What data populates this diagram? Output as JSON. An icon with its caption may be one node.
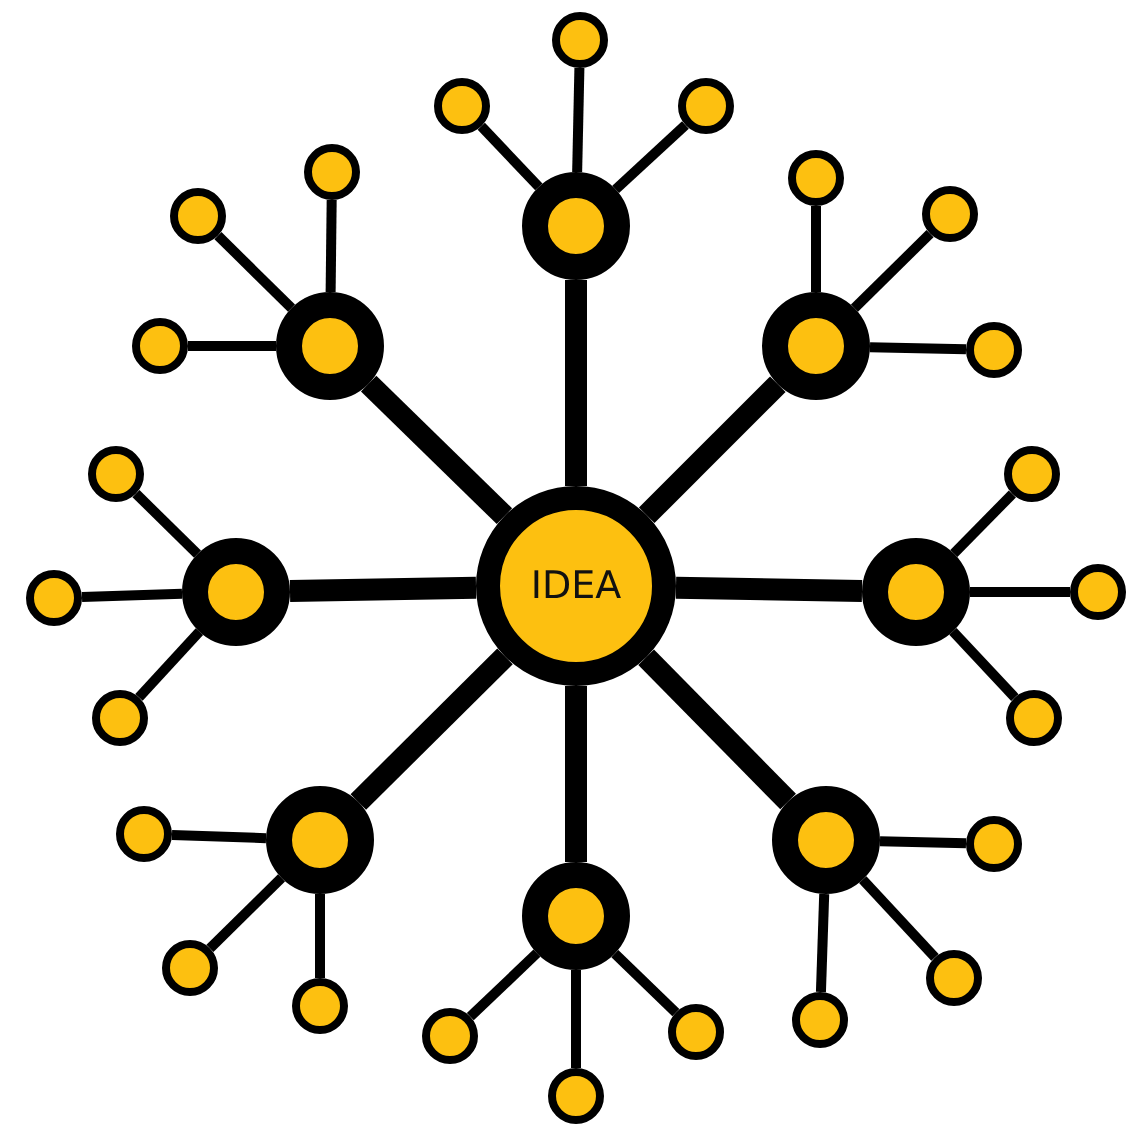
{
  "diagram": {
    "nodes": [
      {
        "text": [
          "IDEA"
        ]
      },
      {
        "text": [],
        "shape": "circle"
      },
      {
        "text": [],
        "shape": "circle"
      },
      {
        "text": [],
        "shape": "circle"
      },
      {
        "text": [],
        "shape": "circle"
      },
      {
        "text": [],
        "shape": "circle"
      },
      {
        "text": [],
        "shape": "circle"
      },
      {
        "text": [],
        "shape": "circle"
      },
      {
        "text": [],
        "shape": "circle"
      },
      {
        "text": [],
        "shape": "circle"
      },
      {
        "text": [],
        "shape": "circle"
      },
      {
        "text": [],
        "shape": "circle"
      },
      {
        "text": [],
        "shape": "circle"
      },
      {
        "text": [],
        "shape": "circle"
      },
      {
        "text": [],
        "shape": "circle"
      },
      {
        "text": [],
        "shape": "circle"
      },
      {
        "text": [],
        "shape": "circle"
      },
      {
        "text": [],
        "shape": "circle"
      },
      {
        "text": [],
        "shape": "circle"
      },
      {
        "text": [],
        "shape": "circle"
      },
      {
        "text": [],
        "shape": "circle"
      },
      {
        "text": [],
        "shape": "circle"
      },
      {
        "text": [],
        "shape": "circle"
      },
      {
        "text": [],
        "shape": "circle"
      },
      {
        "text": [],
        "shape": "circle"
      },
      {
        "text": [],
        "shape": "circle"
      },
      {
        "text": [],
        "shape": "circle"
      },
      {
        "text": [],
        "shape": "circle"
      },
      {
        "text": [],
        "shape": "circle"
      },
      {
        "text": [],
        "shape": "circle"
      },
      {
        "text": [],
        "shape": "circle"
      },
      {
        "text": [],
        "shape": "circle"
      },
      {
        "text": [],
        "shape": "circle"
      }
    ],
    "edges": [
      {
        "from": 0,
        "to": 1,
        "arrow": "none",
        "style": "thick"
      },
      {
        "from": 0,
        "to": 2,
        "arrow": "none",
        "style": "thick"
      },
      {
        "from": 0,
        "to": 3,
        "arrow": "none",
        "style": "thick"
      },
      {
        "from": 0,
        "to": 4,
        "arrow": "none",
        "style": "thick"
      },
      {
        "from": 0,
        "to": 5,
        "arrow": "none",
        "style": "thick"
      },
      {
        "from": 0,
        "to": 6,
        "arrow": "none",
        "style": "thick"
      },
      {
        "from": 0,
        "to": 7,
        "arrow": "none",
        "style": "thick"
      },
      {
        "from": 0,
        "to": 8,
        "arrow": "none",
        "style": "thick"
      },
      {
        "from": 1,
        "to": 9,
        "arrow": "none"
      },
      {
        "from": 1,
        "to": 10,
        "arrow": "none"
      },
      {
        "from": 1,
        "to": 11,
        "arrow": "none"
      },
      {
        "from": 2,
        "to": 12,
        "arrow": "none"
      },
      {
        "from": 2,
        "to": 13,
        "arrow": "none"
      },
      {
        "from": 2,
        "to": 14,
        "arrow": "none"
      },
      {
        "from": 3,
        "to": 15,
        "arrow": "none"
      },
      {
        "from": 3,
        "to": 16,
        "arrow": "none"
      },
      {
        "from": 3,
        "to": 17,
        "arrow": "none"
      },
      {
        "from": 4,
        "to": 18,
        "arrow": "none"
      },
      {
        "from": 4,
        "to": 19,
        "arrow": "none"
      },
      {
        "from": 4,
        "to": 20,
        "arrow": "none"
      },
      {
        "from": 5,
        "to": 21,
        "arrow": "none"
      },
      {
        "from": 5,
        "to": 22,
        "arrow": "none"
      },
      {
        "from": 5,
        "to": 23,
        "arrow": "none"
      },
      {
        "from": 6,
        "to": 24,
        "arrow": "none"
      },
      {
        "from": 6,
        "to": 25,
        "arrow": "none"
      },
      {
        "from": 6,
        "to": 26,
        "arrow": "none"
      },
      {
        "from": 7,
        "to": 27,
        "arrow": "none"
      },
      {
        "from": 7,
        "to": 28,
        "arrow": "none"
      },
      {
        "from": 7,
        "to": 29,
        "arrow": "none"
      },
      {
        "from": 8,
        "to": 30,
        "arrow": "none"
      },
      {
        "from": 8,
        "to": 31,
        "arrow": "none"
      },
      {
        "from": 8,
        "to": 32,
        "arrow": "none"
      }
    ]
  }
}
